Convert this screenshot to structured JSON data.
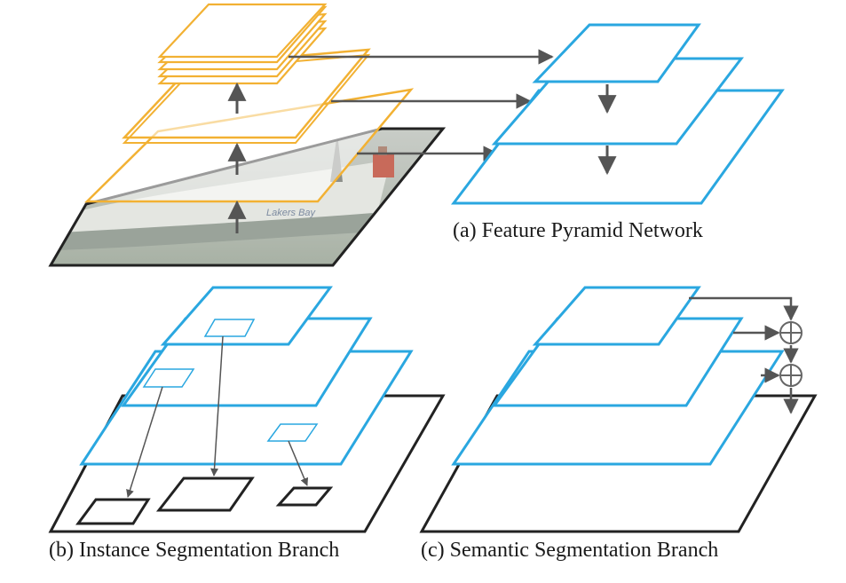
{
  "captions": {
    "fpn": "(a) Feature Pyramid Network",
    "instance": "(b) Instance Segmentation Branch",
    "semantic": "(c) Semantic Segmentation Branch"
  },
  "image_overlay_text": "Lakers Bay",
  "colors": {
    "backbone": "#f2b133",
    "fpn": "#2aa7e0",
    "arrow": "#555555",
    "base": "#222222",
    "sum": "#666666"
  },
  "icons": {
    "sum_symbol": "circled-plus-icon"
  }
}
